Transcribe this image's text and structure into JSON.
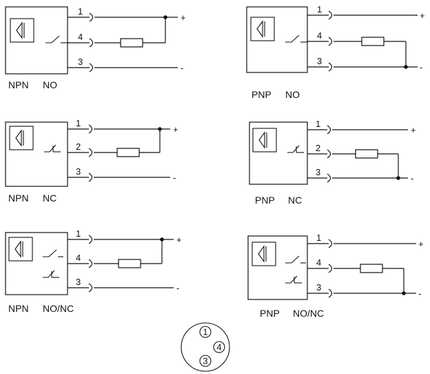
{
  "diagrams": [
    {
      "type": "NPN",
      "mode": "NO",
      "pins": [
        {
          "n": "1"
        },
        {
          "n": "4"
        },
        {
          "n": "3"
        }
      ],
      "polarity": {
        "top": "+",
        "bottom": "-"
      }
    },
    {
      "type": "PNP",
      "mode": "NO",
      "pins": [
        {
          "n": "1"
        },
        {
          "n": "4"
        },
        {
          "n": "3"
        }
      ],
      "polarity": {
        "top": "+",
        "bottom": "-"
      }
    },
    {
      "type": "NPN",
      "mode": "NC",
      "pins": [
        {
          "n": "1"
        },
        {
          "n": "2"
        },
        {
          "n": "3"
        }
      ],
      "polarity": {
        "top": "+",
        "bottom": "-"
      }
    },
    {
      "type": "PNP",
      "mode": "NC",
      "pins": [
        {
          "n": "1"
        },
        {
          "n": "2"
        },
        {
          "n": "3"
        }
      ],
      "polarity": {
        "top": "+",
        "bottom": "-"
      }
    },
    {
      "type": "NPN",
      "mode": "NO/NC",
      "pins": [
        {
          "n": "1"
        },
        {
          "n": "4"
        },
        {
          "n": "3"
        }
      ],
      "polarity": {
        "top": "+",
        "bottom": "-"
      }
    },
    {
      "type": "PNP",
      "mode": "NO/NC",
      "pins": [
        {
          "n": "1"
        },
        {
          "n": "4"
        },
        {
          "n": "3"
        }
      ],
      "polarity": {
        "top": "+",
        "bottom": "-"
      }
    }
  ],
  "connector": {
    "pins": [
      "1",
      "4",
      "3"
    ]
  }
}
